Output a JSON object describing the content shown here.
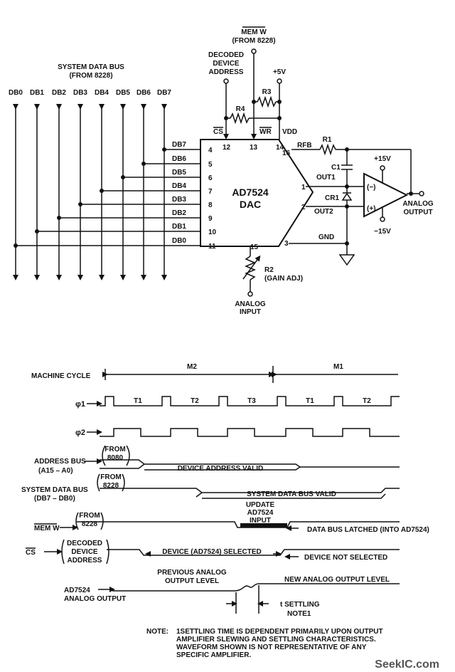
{
  "schematic": {
    "system_data_bus": "SYSTEM DATA BUS",
    "from_8228": "(FROM 8228)",
    "mem_w": "MEM W",
    "mem_w_from": "(FROM 8228)",
    "decoded": "DECODED",
    "device": "DEVICE",
    "address": "ADDRESS",
    "plus5v": "+5V",
    "r3": "R3",
    "r4": "R4",
    "r1": "R1",
    "c1": "C1",
    "cr1": "CR1",
    "plus15v": "+15V",
    "minus15v": "−15V",
    "opamp_minus": "(−)",
    "opamp_plus": "(+)",
    "analog": "ANALOG",
    "output": "OUTPUT",
    "cs_pin": "CS",
    "wr_pin": "WR",
    "vdd": "VDD",
    "rfb": "RFB",
    "out1": "OUT1",
    "out2": "OUT2",
    "gnd": "GND",
    "chip_name": "AD7524",
    "chip_type": "DAC",
    "r2": "R2",
    "gain_adj": "(GAIN ADJ)",
    "analog_input_1": "ANALOG",
    "analog_input_2": "INPUT",
    "bus_bits": [
      "DB0",
      "DB1",
      "DB2",
      "DB3",
      "DB4",
      "DB5",
      "DB6",
      "DB7"
    ],
    "chip_inputs": [
      {
        "label": "DB7",
        "pin": "4"
      },
      {
        "label": "DB6",
        "pin": "5"
      },
      {
        "label": "DB5",
        "pin": "6"
      },
      {
        "label": "DB4",
        "pin": "7"
      },
      {
        "label": "DB3",
        "pin": "8"
      },
      {
        "label": "DB2",
        "pin": "9"
      },
      {
        "label": "DB1",
        "pin": "10"
      },
      {
        "label": "DB0",
        "pin": "11"
      }
    ],
    "pin_12": "12",
    "pin_13": "13",
    "pin_14": "14",
    "pin_16": "16",
    "pin_1": "1",
    "pin_2": "2",
    "pin_3": "3",
    "pin_15": "15"
  },
  "timing": {
    "machine_cycle": "MACHINE CYCLE",
    "m2": "M2",
    "m1": "M1",
    "phi1": "φ1",
    "phi2": "φ2",
    "t_states": [
      "T1",
      "T2",
      "T3",
      "T1",
      "T2"
    ],
    "address_bus": "ADDRESS BUS",
    "address_bus_range": "(A15 – A0)",
    "from": "FROM",
    "n8080": "8080",
    "n8228": "8228",
    "device_address_valid": "DEVICE ADDRESS VALID",
    "system_data_bus": "SYSTEM DATA BUS",
    "system_data_bus_range": "(DB7 – DB0)",
    "system_data_bus_valid": "SYSTEM DATA BUS VALID",
    "mem_w": "MEM W",
    "update": "UPDATE",
    "update_chip": "AD7524",
    "update_input": "INPUT",
    "data_bus_latched": "DATA BUS LATCHED (INTO AD7524)",
    "cs": "CS",
    "decoded": "DECODED",
    "device": "DEVICE",
    "address": "ADDRESS",
    "device_selected": "DEVICE (AD7524) SELECTED",
    "device_not_selected": "DEVICE NOT SELECTED",
    "previous_analog": "PREVIOUS ANALOG",
    "output_level": "OUTPUT LEVEL",
    "new_analog_output_level": "NEW ANALOG OUTPUT LEVEL",
    "ad7524": "AD7524",
    "analog_output": "ANALOG OUTPUT",
    "t_settling": "t SETTLING",
    "note_ref": "NOTE1"
  },
  "note": {
    "label": "NOTE:",
    "lines": [
      "1SETTLING TIME IS DEPENDENT PRIMARILY UPON OUTPUT",
      "AMPLIFIER SLEWING AND SETTLING CHARACTERISTICS.",
      "WAVEFORM SHOWN IS NOT REPRESENTATIVE OF ANY",
      "SPECIFIC AMPLIFIER."
    ]
  },
  "watermark": "SeekIC.com"
}
